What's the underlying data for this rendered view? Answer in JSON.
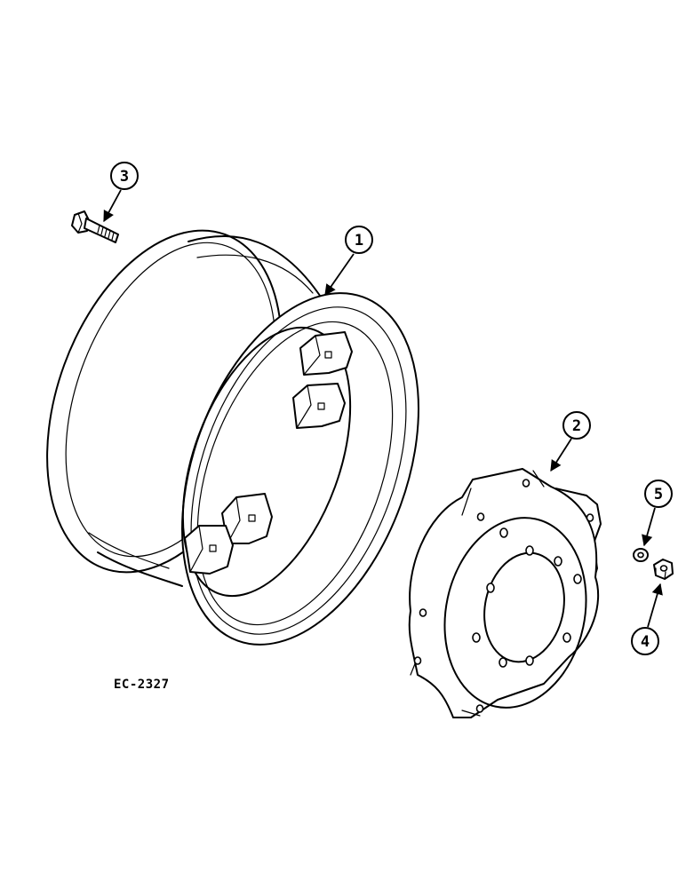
{
  "callouts": [
    {
      "id": "1",
      "label": "1"
    },
    {
      "id": "2",
      "label": "2"
    },
    {
      "id": "3",
      "label": "3"
    },
    {
      "id": "4",
      "label": "4"
    },
    {
      "id": "5",
      "label": "5"
    }
  ],
  "reference_code": "EC-2327"
}
